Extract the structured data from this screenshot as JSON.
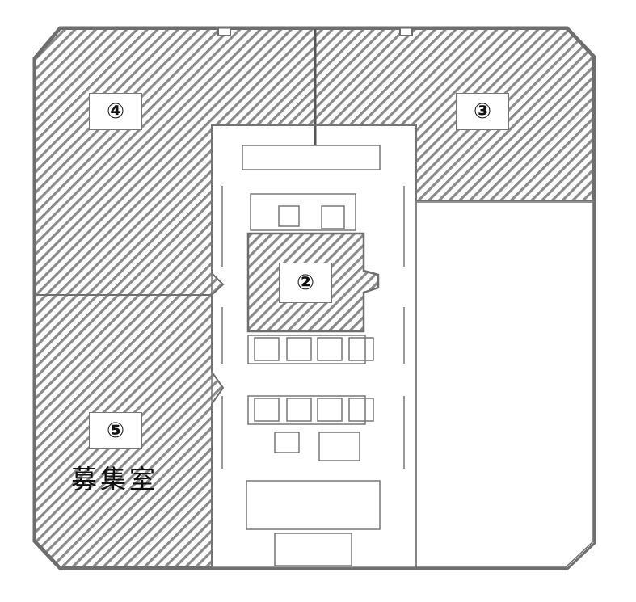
{
  "plan": {
    "colors": {
      "hatch": "#8a8a8a",
      "wall": "#6e6e6e",
      "label_bg": "#ffffff"
    },
    "zones": [
      {
        "id": "zone-4",
        "label": "④",
        "status": "hatched"
      },
      {
        "id": "zone-3",
        "label": "③",
        "status": "hatched"
      },
      {
        "id": "zone-2",
        "label": "②",
        "status": "hatched"
      },
      {
        "id": "zone-5",
        "label": "⑤",
        "status": "hatched",
        "note": "募集室"
      }
    ]
  }
}
